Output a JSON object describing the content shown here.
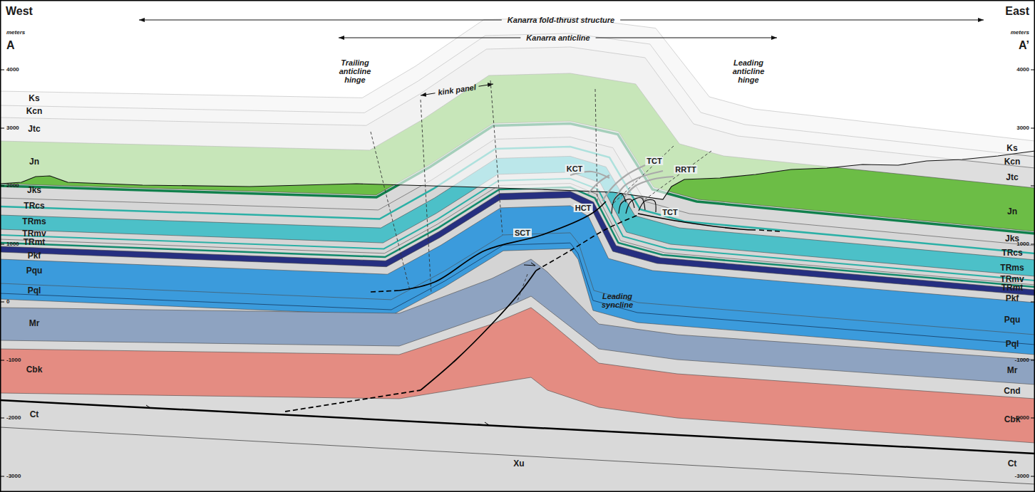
{
  "diagram": {
    "labels": [
      "West",
      "meters",
      "A",
      "4000",
      "3000",
      "2000",
      "1000",
      "0",
      "-1000",
      "-2000",
      "-3000",
      "East",
      "meters",
      "A’",
      "4000",
      "3000",
      "1000",
      "-1000",
      "-2000",
      "-3000",
      "Kanarra fold-thrust structure",
      "Kanarra anticline",
      "Trailing anticline hinge",
      "kink panel",
      "Leading anticline hinge",
      "Ks",
      "Kcn",
      "Jtc",
      "Jn",
      "Jks",
      "TRcs",
      "TRms",
      "TRmv",
      "TRmt",
      "Pkf",
      "Pqu",
      "Pql",
      "Mr",
      "Cbk",
      "Ct",
      "Xu",
      "KCT",
      "TCT",
      "RRTT",
      "TCT",
      "HCT",
      "SCT",
      "Leading syncline",
      "Ks",
      "Kcn",
      "Jtc",
      "Jn",
      "Jks",
      "TRcs",
      "TRms",
      "TRmv",
      "TRmt",
      "Pkf",
      "Pqu",
      "Pql",
      "Mr",
      "Cnd",
      "Cbk",
      "Ct"
    ]
  }
}
